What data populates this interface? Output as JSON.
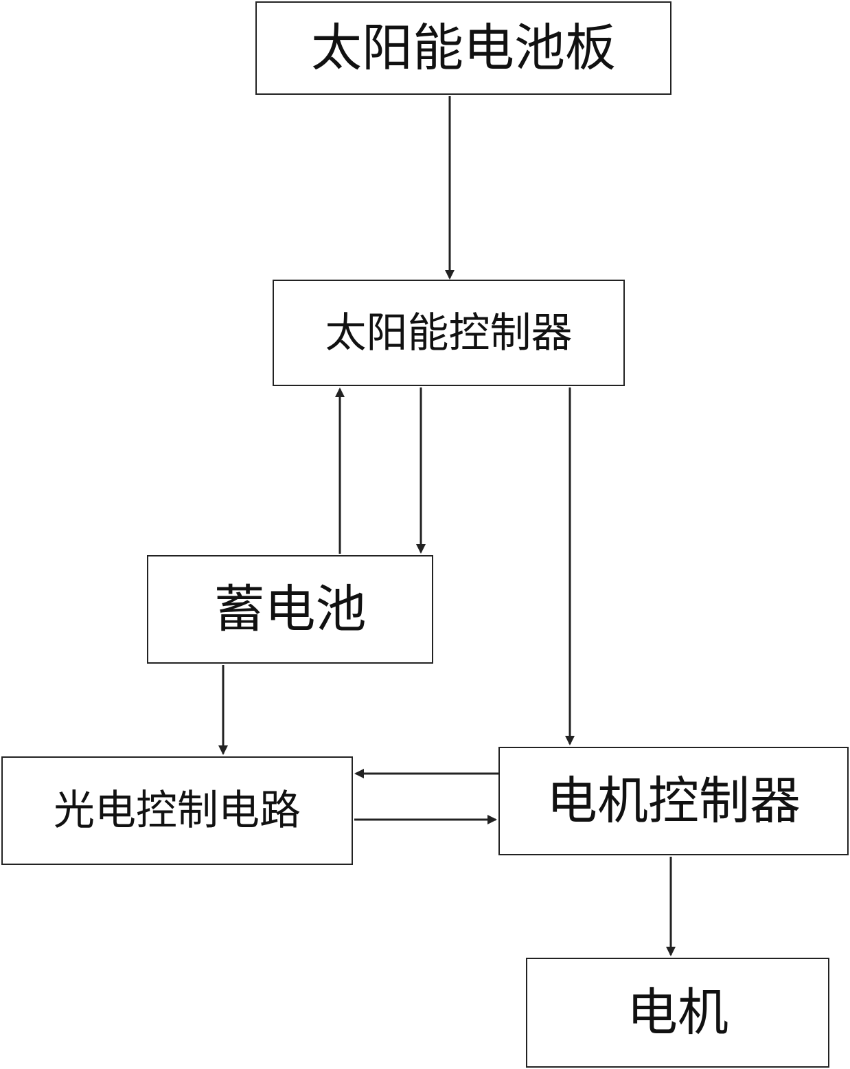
{
  "diagram": {
    "nodes": {
      "solar_panel": "太阳能电池板",
      "solar_controller": "太阳能控制器",
      "battery": "蓄电池",
      "photoelectric_circuit": "光电控制电路",
      "motor_controller": "电机控制器",
      "motor": "电机"
    },
    "edges": [
      {
        "from": "solar_panel",
        "to": "solar_controller"
      },
      {
        "from": "battery",
        "to": "solar_controller"
      },
      {
        "from": "solar_controller",
        "to": "battery"
      },
      {
        "from": "solar_controller",
        "to": "motor_controller"
      },
      {
        "from": "battery",
        "to": "photoelectric_circuit"
      },
      {
        "from": "motor_controller",
        "to": "photoelectric_circuit"
      },
      {
        "from": "photoelectric_circuit",
        "to": "motor_controller"
      },
      {
        "from": "motor_controller",
        "to": "motor"
      }
    ]
  }
}
